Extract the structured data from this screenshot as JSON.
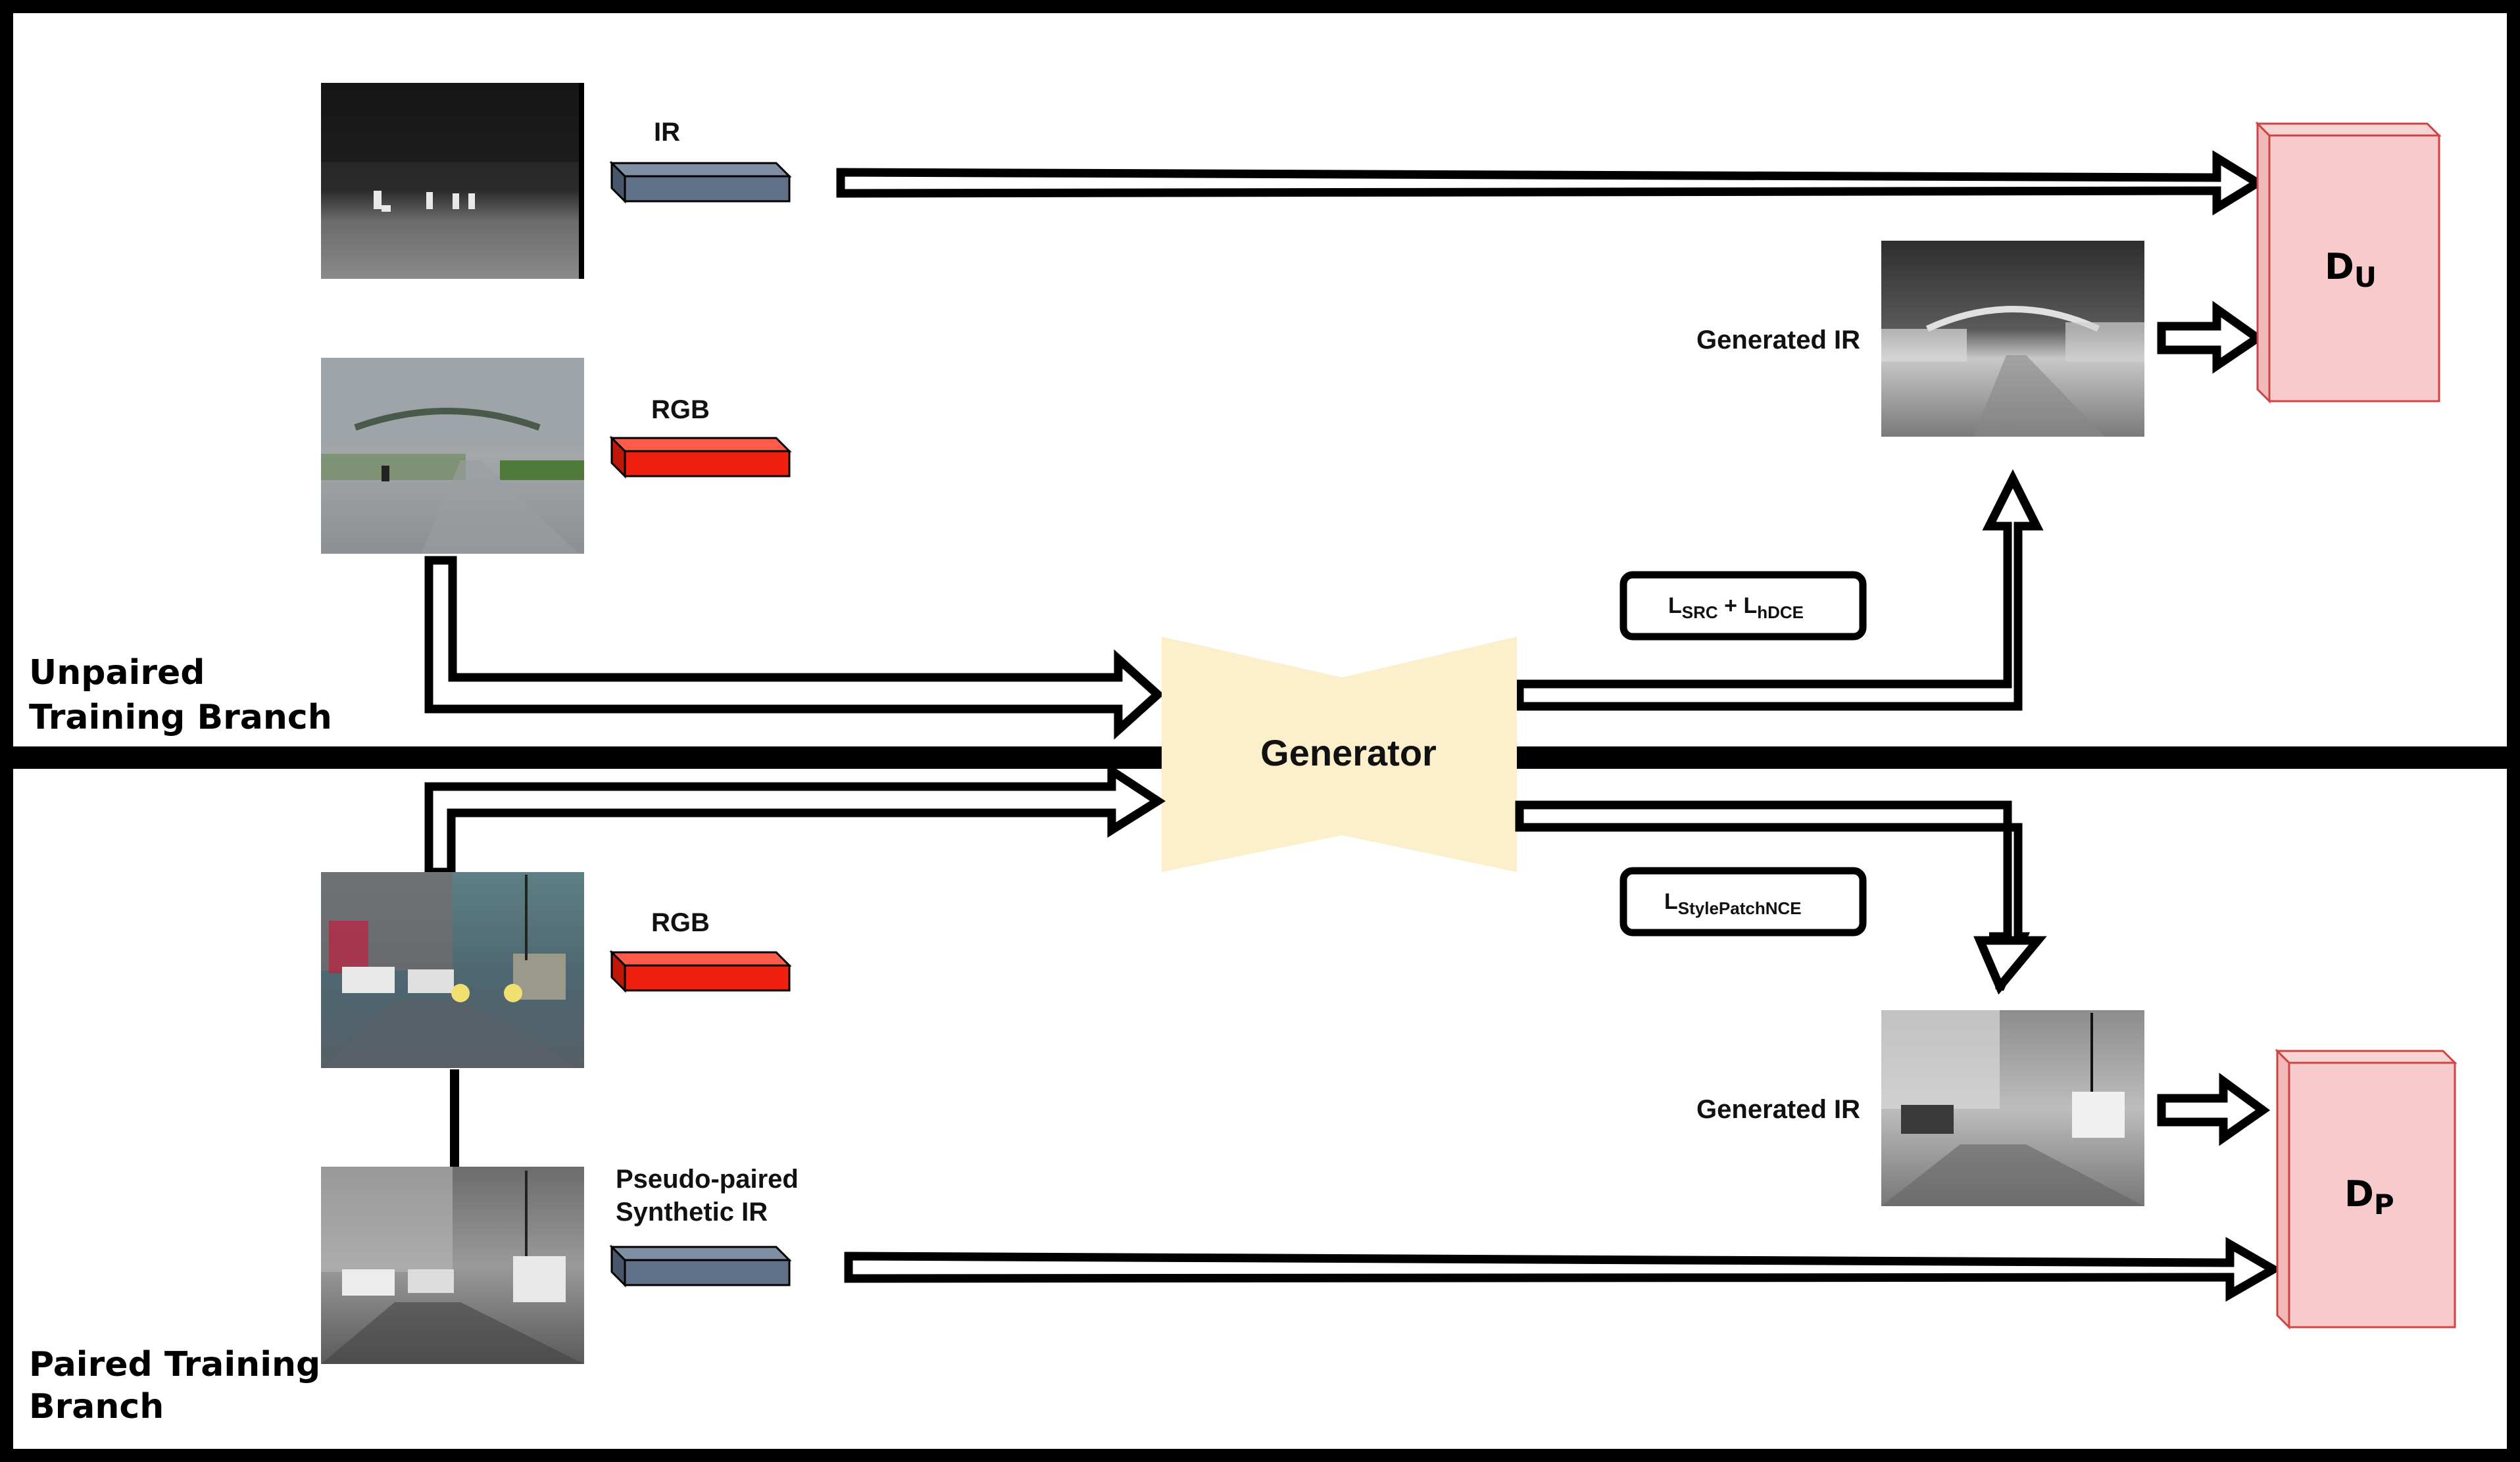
{
  "unpaired_branch": {
    "label_line1": "Unpaired",
    "label_line2": "Training Branch",
    "ir_label": "IR",
    "rgb_label": "RGB",
    "generated_label": "Generated IR",
    "loss_main": "L",
    "loss_sub1": "SRC",
    "loss_plus": " + ",
    "loss_main2": "L",
    "loss_sub2": "hDCE",
    "discriminator_main": "D",
    "discriminator_sub": "U"
  },
  "paired_branch": {
    "label_line1": "Paired Training",
    "label_line2": "Branch",
    "rgb_label": "RGB",
    "pseudo_label_line1": "Pseudo-paired",
    "pseudo_label_line2": "Synthetic IR",
    "generated_label": "Generated IR",
    "loss_main": "L",
    "loss_sub": "StylePatchNCE",
    "discriminator_main": "D",
    "discriminator_sub": "P"
  },
  "generator": {
    "label": "Generator"
  },
  "colors": {
    "ir_tensor": "#5f7188",
    "rgb_tensor": "#f02010",
    "generator_fill": "#fcefcb",
    "discriminator_fill": "#f7cbcb",
    "discriminator_stroke": "#cc4444",
    "divider": "#000000"
  }
}
